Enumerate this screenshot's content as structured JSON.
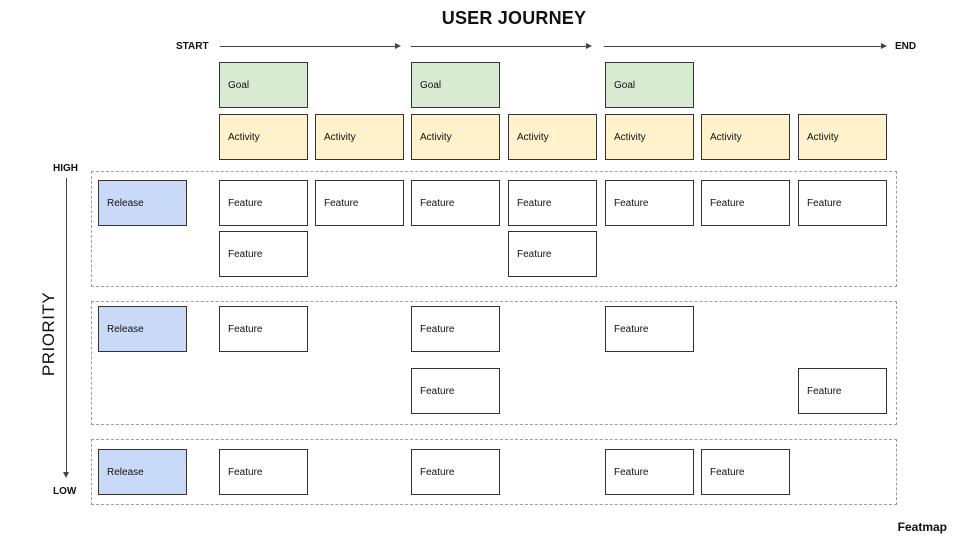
{
  "title": "USER JOURNEY",
  "journey": {
    "start_label": "START",
    "end_label": "END"
  },
  "priority": {
    "label": "PRIORITY",
    "high_label": "HIGH",
    "low_label": "LOW"
  },
  "brand": "Featmap",
  "colors": {
    "goal": "#d9ead3",
    "activity": "#fff2cc",
    "release": "#c9daf8",
    "feature": "#ffffff"
  },
  "goals": [
    {
      "label": "Goal",
      "column": 0
    },
    {
      "label": "Goal",
      "column": 2
    },
    {
      "label": "Goal",
      "column": 4
    }
  ],
  "activities": [
    "Activity",
    "Activity",
    "Activity",
    "Activity",
    "Activity",
    "Activity",
    "Activity"
  ],
  "releases": [
    {
      "label": "Release",
      "features": [
        {
          "label": "Feature",
          "column": 0,
          "row": 0
        },
        {
          "label": "Feature",
          "column": 1,
          "row": 0
        },
        {
          "label": "Feature",
          "column": 2,
          "row": 0
        },
        {
          "label": "Feature",
          "column": 3,
          "row": 0
        },
        {
          "label": "Feature",
          "column": 4,
          "row": 0
        },
        {
          "label": "Feature",
          "column": 5,
          "row": 0
        },
        {
          "label": "Feature",
          "column": 6,
          "row": 0
        },
        {
          "label": "Feature",
          "column": 0,
          "row": 1
        },
        {
          "label": "Feature",
          "column": 3,
          "row": 1
        }
      ]
    },
    {
      "label": "Release",
      "features": [
        {
          "label": "Feature",
          "column": 0,
          "row": 0
        },
        {
          "label": "Feature",
          "column": 2,
          "row": 0
        },
        {
          "label": "Feature",
          "column": 4,
          "row": 0
        },
        {
          "label": "Feature",
          "column": 2,
          "row": 1
        },
        {
          "label": "Feature",
          "column": 6,
          "row": 1
        }
      ]
    },
    {
      "label": "Release",
      "features": [
        {
          "label": "Feature",
          "column": 0,
          "row": 0
        },
        {
          "label": "Feature",
          "column": 2,
          "row": 0
        },
        {
          "label": "Feature",
          "column": 4,
          "row": 0
        },
        {
          "label": "Feature",
          "column": 5,
          "row": 0
        }
      ]
    }
  ]
}
